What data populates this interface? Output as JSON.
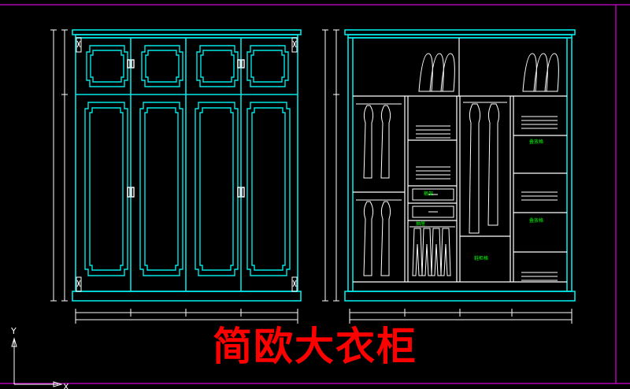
{
  "drawing": {
    "title": "简欧大衣柜",
    "interior_labels": [
      "裤架",
      "叠放格",
      "抽屉",
      "叠放格",
      "鞋柜格"
    ],
    "ucs_axes": {
      "y": "Y",
      "x": "X"
    }
  },
  "colors": {
    "background": "#000000",
    "outline": "#00e5e5",
    "line": "#ffffff",
    "frame": "#b000b0",
    "label": "#00ff00",
    "title": "#ff0000"
  }
}
